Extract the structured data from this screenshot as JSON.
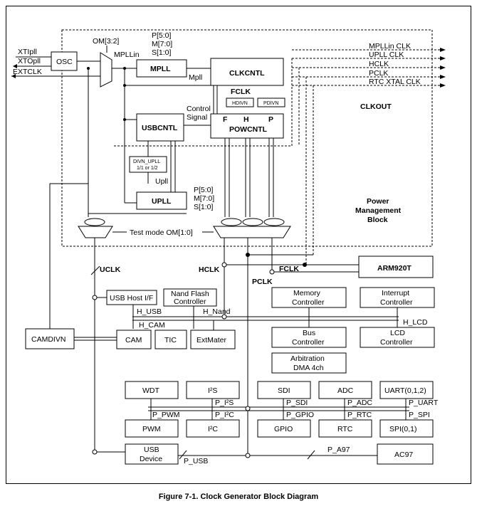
{
  "caption": "Figure 7-1. Clock Generator Block Diagram",
  "inputs": {
    "xtipll": "XTIpll",
    "xtopll": "XTOpll",
    "extclk": "EXTCLK"
  },
  "osc": "OSC",
  "om32": "OM[3:2]",
  "mpllin": "MPLLin",
  "mpll": "MPLL",
  "mpll_params": {
    "p": "P[5:0]",
    "m": "M[7:0]",
    "s": "S[1:0]"
  },
  "clkcntl": "CLKCNTL",
  "mpll_out": "Mpll",
  "fclk_top": "FCLK",
  "hdivn": "HDIVN",
  "pdivn": "PDIVN",
  "control_signal": {
    "line1": "Control",
    "line2": "Signal"
  },
  "usbcntl": "USBCNTL",
  "powcntl": {
    "f": "F",
    "h": "H",
    "p": "P",
    "label": "POWCNTL"
  },
  "divn_upll": {
    "line1": "DIVN_UPLL",
    "line2": "1/1 or 1/2"
  },
  "upll_out": "Upll",
  "upll": "UPLL",
  "upll_params": {
    "p": "P[5:0]",
    "m": "M[7:0]",
    "s": "S[1:0]"
  },
  "clkout_signals": [
    "MPLLin CLK",
    "UPLL CLK",
    "HCLK",
    "PCLK",
    "RTC XTAL CLK"
  ],
  "clkout": "CLKOUT",
  "power_mgmt": {
    "line1": "Power",
    "line2": "Management",
    "line3": "Block"
  },
  "test_mode": "Test mode OM[1:0]",
  "uclk": "UCLK",
  "hclk": "HCLK",
  "pclk": "PCLK",
  "fclk": "FCLK",
  "arm": "ARM920T",
  "ahb_blocks": {
    "usb_host": "USB Host I/F",
    "nand": {
      "line1": "Nand Flash",
      "line2": "Controller"
    },
    "h_usb": "H_USB",
    "h_nand": "H_Nand",
    "h_cam": "H_CAM",
    "memory": {
      "line1": "Memory",
      "line2": "Controller"
    },
    "interrupt": {
      "line1": "Interrupt",
      "line2": "Controller"
    },
    "h_lcd": "H_LCD",
    "camdivn": "CAMDIVN",
    "cam": "CAM",
    "tic": "TIC",
    "extmater": "ExtMater",
    "bus_ctrl": {
      "line1": "Bus",
      "line2": "Controller"
    },
    "lcd": {
      "line1": "LCD",
      "line2": "Controller"
    },
    "arbitration": {
      "line1": "Arbitration",
      "line2": "DMA 4ch"
    }
  },
  "apb_blocks": {
    "wdt": "WDT",
    "i2s": "I²S",
    "sdi": "SDI",
    "adc": "ADC",
    "uart": "UART(0,1,2)",
    "p_pwm": "P_PWM",
    "p_i2s": "P_I²S",
    "p_i2c": "P_I²C",
    "p_sdi": "P_SDI",
    "p_gpio": "P_GPIO",
    "p_adc": "P_ADC",
    "p_rtc": "P_RTC",
    "p_uart": "P_UART",
    "p_spi": "P_SPI",
    "pwm": "PWM",
    "i2c": "I²C",
    "gpio": "GPIO",
    "rtc": "RTC",
    "spi": "SPI(0,1)",
    "usb_device": {
      "line1": "USB",
      "line2": "Device"
    },
    "p_usb": "P_USB",
    "p_a97": "P_A97",
    "ac97": "AC97"
  }
}
